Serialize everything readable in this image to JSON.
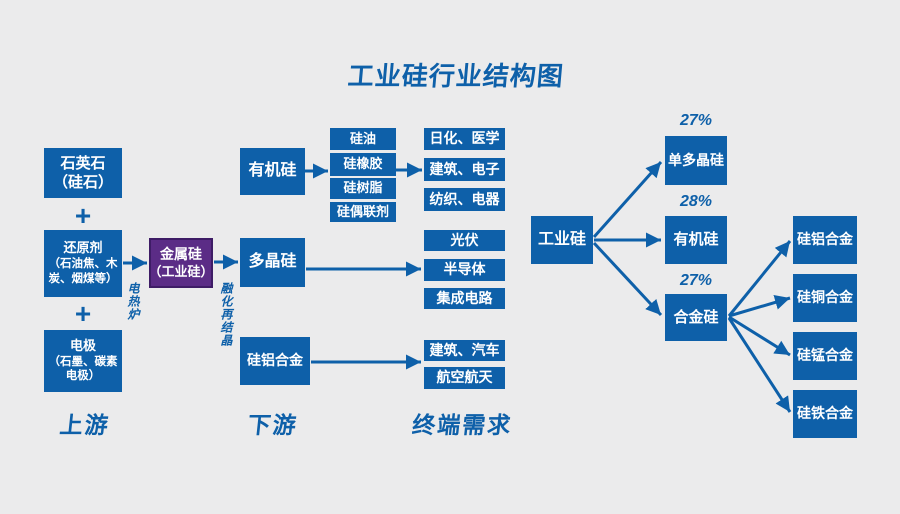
{
  "title": "工业硅行业结构图",
  "section_labels": {
    "upstream": "上游",
    "downstream": "下游",
    "terminal": "终端需求"
  },
  "upstream": {
    "quartz": {
      "lines": [
        "石英石",
        "（硅石）"
      ]
    },
    "plus": "+",
    "reductant": {
      "lines": [
        "还原剂",
        "（石油焦、木",
        "炭、烟煤等）"
      ]
    },
    "electrode": {
      "lines": [
        "电极",
        "（石墨、碳素",
        "电极）"
      ]
    },
    "furnace_label": "电热炉"
  },
  "metal_silicon": {
    "lines": [
      "金属硅",
      "（工业硅）"
    ]
  },
  "recrystallize_label": "融化再结晶",
  "downstream": {
    "organic": "有机硅",
    "poly": "多晶硅",
    "sial": "硅铝合金"
  },
  "organic_products": [
    "硅油",
    "硅橡胶",
    "硅树脂",
    "硅偶联剂"
  ],
  "terminal": {
    "group1": [
      "日化、医学",
      "建筑、电子",
      "纺织、电器"
    ],
    "group2": [
      "光伏",
      "半导体",
      "集成电路"
    ],
    "group3": [
      "建筑、汽车",
      "航空航天"
    ]
  },
  "share_chart": {
    "source": "工业硅",
    "branches": [
      {
        "pct": "27%",
        "label": "单多晶硅"
      },
      {
        "pct": "28%",
        "label": "有机硅"
      },
      {
        "pct": "27%",
        "label": "合金硅"
      }
    ],
    "alloy_types": [
      "硅铝合金",
      "硅铜合金",
      "硅锰合金",
      "硅铁合金"
    ]
  },
  "colors": {
    "blue": "#0e60a9",
    "purple": "#5b2c86",
    "purple_border": "#3e1c66",
    "background": "#ebebec",
    "box_text": "#ffffff"
  }
}
